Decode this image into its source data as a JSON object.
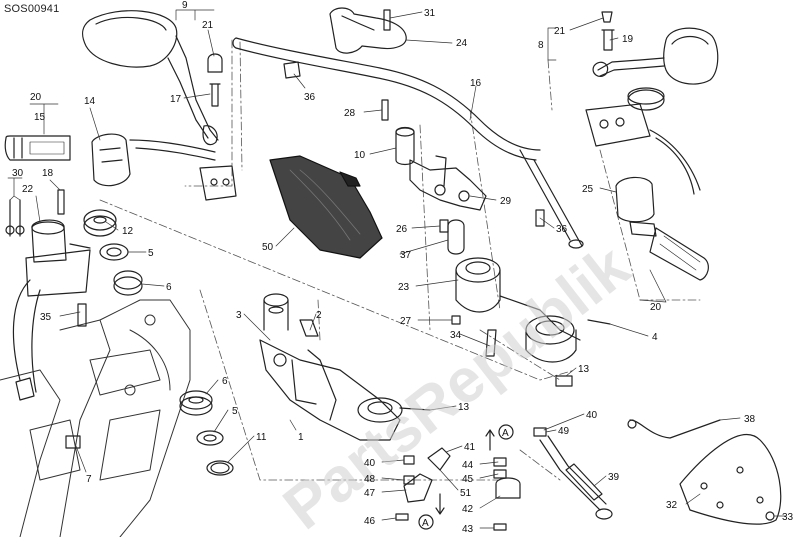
{
  "diagram": {
    "code": "SOS00941",
    "watermark": "PartsRepublik",
    "callouts": [
      "1",
      "2",
      "3",
      "4",
      "5",
      "6",
      "7",
      "8",
      "9",
      "10",
      "11",
      "12",
      "13",
      "14",
      "15",
      "16",
      "17",
      "18",
      "19",
      "20",
      "21",
      "22",
      "23",
      "24",
      "25",
      "26",
      "27",
      "28",
      "29",
      "30",
      "31",
      "32",
      "33",
      "34",
      "35",
      "36",
      "37",
      "38",
      "39",
      "40",
      "41",
      "42",
      "43",
      "44",
      "45",
      "46",
      "47",
      "48",
      "49",
      "50",
      "51"
    ],
    "labels": [
      {
        "id": "l9",
        "text": "9"
      },
      {
        "id": "l21a",
        "text": "21"
      },
      {
        "id": "l17",
        "text": "17"
      },
      {
        "id": "l31",
        "text": "31"
      },
      {
        "id": "l24",
        "text": "24"
      },
      {
        "id": "l36a",
        "text": "36"
      },
      {
        "id": "l16",
        "text": "16"
      },
      {
        "id": "l21b",
        "text": "21"
      },
      {
        "id": "l19",
        "text": "19"
      },
      {
        "id": "l8",
        "text": "8"
      },
      {
        "id": "l20a",
        "text": "20"
      },
      {
        "id": "l15",
        "text": "15"
      },
      {
        "id": "l14",
        "text": "14"
      },
      {
        "id": "l28",
        "text": "28"
      },
      {
        "id": "l10",
        "text": "10"
      },
      {
        "id": "l30",
        "text": "30"
      },
      {
        "id": "l22",
        "text": "22"
      },
      {
        "id": "l18",
        "text": "18"
      },
      {
        "id": "l12",
        "text": "12"
      },
      {
        "id": "l5a",
        "text": "5"
      },
      {
        "id": "l6a",
        "text": "6"
      },
      {
        "id": "l50",
        "text": "50"
      },
      {
        "id": "l26",
        "text": "26"
      },
      {
        "id": "l29",
        "text": "29"
      },
      {
        "id": "l36b",
        "text": "36"
      },
      {
        "id": "l37",
        "text": "37"
      },
      {
        "id": "l25",
        "text": "25"
      },
      {
        "id": "l23",
        "text": "23"
      },
      {
        "id": "l35",
        "text": "35"
      },
      {
        "id": "l3",
        "text": "3"
      },
      {
        "id": "l2",
        "text": "2"
      },
      {
        "id": "l27",
        "text": "27"
      },
      {
        "id": "l34",
        "text": "34"
      },
      {
        "id": "l4",
        "text": "4"
      },
      {
        "id": "l20b",
        "text": "20"
      },
      {
        "id": "l13a",
        "text": "13"
      },
      {
        "id": "l6b",
        "text": "6"
      },
      {
        "id": "l5b",
        "text": "5"
      },
      {
        "id": "l1",
        "text": "1"
      },
      {
        "id": "l11",
        "text": "11"
      },
      {
        "id": "l13b",
        "text": "13"
      },
      {
        "id": "l7",
        "text": "7"
      },
      {
        "id": "l40a",
        "text": "40"
      },
      {
        "id": "l49",
        "text": "49"
      },
      {
        "id": "l38",
        "text": "38"
      },
      {
        "id": "l41",
        "text": "41"
      },
      {
        "id": "l40b",
        "text": "40"
      },
      {
        "id": "l44",
        "text": "44"
      },
      {
        "id": "l48",
        "text": "48"
      },
      {
        "id": "l45",
        "text": "45"
      },
      {
        "id": "l47",
        "text": "47"
      },
      {
        "id": "l51",
        "text": "51"
      },
      {
        "id": "l39",
        "text": "39"
      },
      {
        "id": "l42",
        "text": "42"
      },
      {
        "id": "l46",
        "text": "46"
      },
      {
        "id": "l43",
        "text": "43"
      },
      {
        "id": "l32",
        "text": "32"
      },
      {
        "id": "l33",
        "text": "33"
      },
      {
        "id": "lA1",
        "text": "A"
      },
      {
        "id": "lA2",
        "text": "A"
      }
    ]
  }
}
